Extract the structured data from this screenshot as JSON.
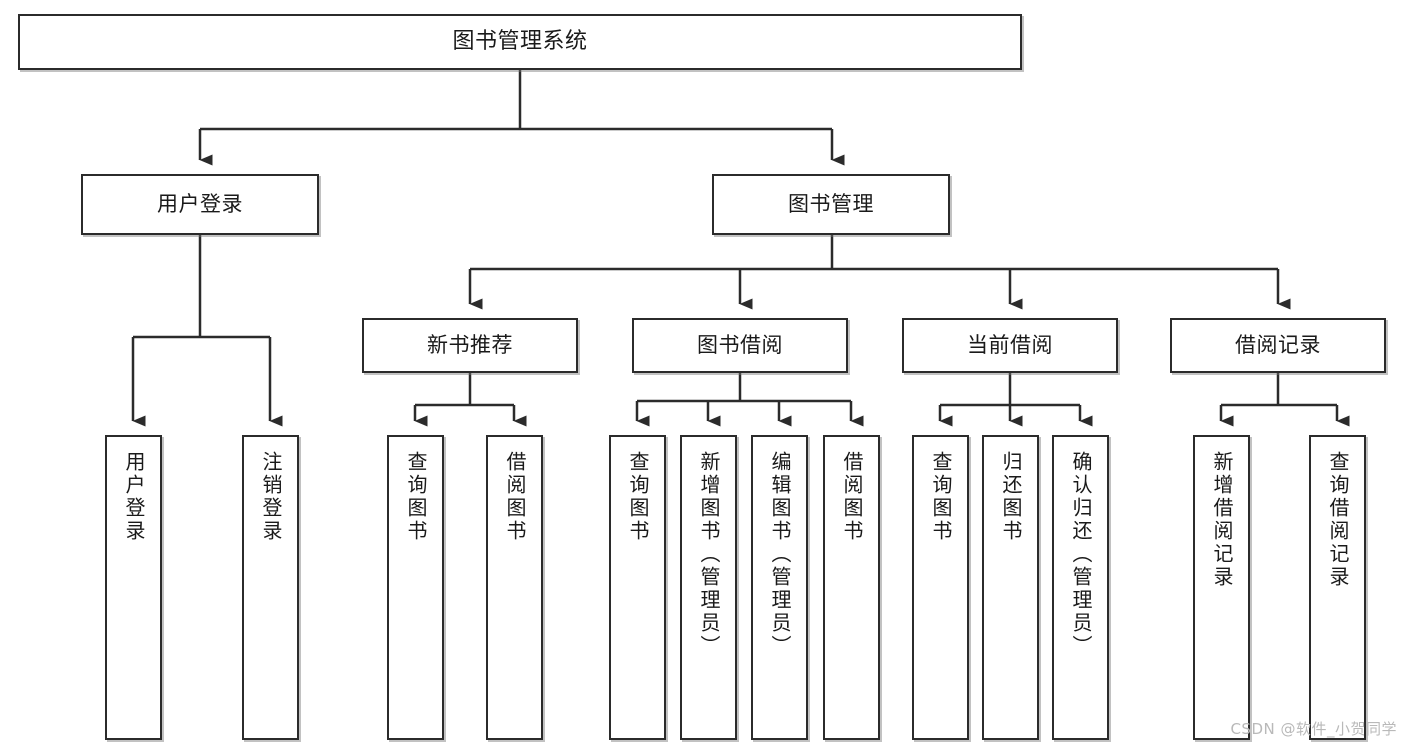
{
  "diagram": {
    "title": "图书管理系统",
    "type": "function-structure-tree",
    "colors": {
      "background": "#ffffff",
      "box_border": "#2b2b2b",
      "box_fill": "#ffffff",
      "connector": "#2b2b2b",
      "watermark": "#b9b9b9"
    },
    "root": {
      "label": "图书管理系统"
    },
    "level2": [
      {
        "id": "user-login",
        "label": "用户登录"
      },
      {
        "id": "book-manage",
        "label": "图书管理"
      }
    ],
    "level3": [
      {
        "id": "new-book-recommend",
        "label": "新书推荐"
      },
      {
        "id": "book-borrow",
        "label": "图书借阅"
      },
      {
        "id": "current-borrow",
        "label": "当前借阅"
      },
      {
        "id": "borrow-record",
        "label": "借阅记录"
      }
    ],
    "leaves": [
      {
        "id": "leaf-user-login",
        "label": "用户登录",
        "parent": "user-login"
      },
      {
        "id": "leaf-user-logout",
        "label": "注销登录",
        "parent": "user-login"
      },
      {
        "id": "leaf-query-book-1",
        "label": "查询图书",
        "parent": "new-book-recommend"
      },
      {
        "id": "leaf-borrow-book-1",
        "label": "借阅图书",
        "parent": "new-book-recommend"
      },
      {
        "id": "leaf-query-book-2",
        "label": "查询图书",
        "parent": "book-borrow"
      },
      {
        "id": "leaf-add-book",
        "label": "新增图书（管理员）",
        "parent": "book-borrow"
      },
      {
        "id": "leaf-edit-book",
        "label": "编辑图书（管理员）",
        "parent": "book-borrow"
      },
      {
        "id": "leaf-borrow-book-2",
        "label": "借阅图书",
        "parent": "book-borrow"
      },
      {
        "id": "leaf-query-book-3",
        "label": "查询图书",
        "parent": "current-borrow"
      },
      {
        "id": "leaf-return-book",
        "label": "归还图书",
        "parent": "current-borrow"
      },
      {
        "id": "leaf-confirm-return",
        "label": "确认归还（管理员）",
        "parent": "current-borrow"
      },
      {
        "id": "leaf-add-record",
        "label": "新增借阅记录",
        "parent": "borrow-record"
      },
      {
        "id": "leaf-query-record",
        "label": "查询借阅记录",
        "parent": "borrow-record"
      }
    ],
    "watermark": "CSDN @软件_小贺同学"
  }
}
